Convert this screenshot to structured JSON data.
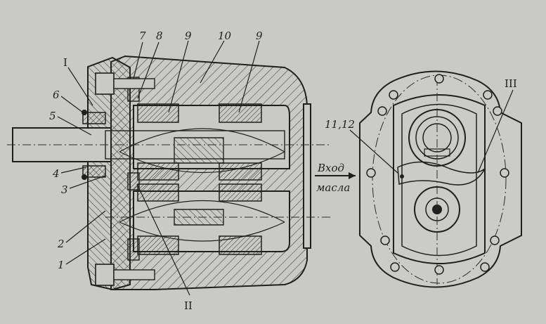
{
  "labels": {
    "n1": "1",
    "n2": "2",
    "n3": "3",
    "n4": "4",
    "n5": "5",
    "n6": "6",
    "n7": "7",
    "n8": "8",
    "n9a": "9",
    "n9b": "9",
    "n10": "10",
    "roman1": "I",
    "roman2": "II",
    "roman3": "III",
    "n1112": "11,12",
    "inlet_line1": "Вход",
    "inlet_line2": "масла"
  },
  "colors": {
    "paper": "#c9c9c6",
    "ink": "#1f1f1f",
    "hatch": "#3a3a3a"
  }
}
